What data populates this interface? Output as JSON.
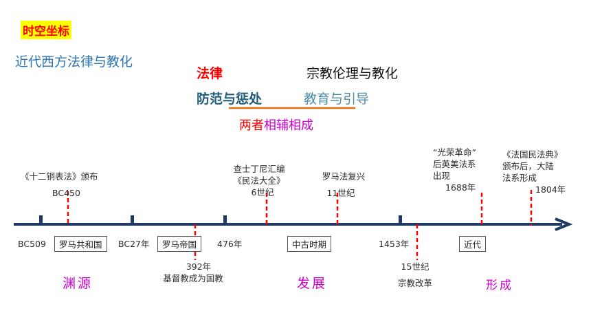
{
  "header": {
    "tag": "时空坐标",
    "subtitle": "近代西方法律与教化"
  },
  "concepts": {
    "law": "法律",
    "religion": "宗教伦理与教化",
    "prevent": "防范与惩处",
    "educate": "教育与引导",
    "combine_a": "两者",
    "combine_b": "相辅相成"
  },
  "timeline": {
    "top_events": [
      {
        "desc": "《十二铜表法》颁布",
        "date": "BC450"
      },
      {
        "desc_1": "查士丁尼汇编",
        "desc_2": "《民法大全》",
        "date": "6世纪"
      },
      {
        "desc": "罗马法复兴",
        "date": "11世纪"
      },
      {
        "desc_1": "“光荣革命”",
        "desc_2": "后英美法系",
        "desc_3": "出现",
        "date": "1688年"
      },
      {
        "desc_1": "《法国民法典》",
        "desc_2": "颁布后，大陆",
        "desc_3": "法系形成",
        "date": "1804年"
      }
    ],
    "bottom_dates": [
      "BC509",
      "BC27年",
      "476年",
      "1453年"
    ],
    "periods": [
      "罗马共和国",
      "罗马帝国",
      "中古时期",
      "近代"
    ],
    "bottom_events": [
      {
        "date": "392年",
        "desc": "基督教成为国教"
      },
      {
        "date": "15世纪",
        "desc": "宗教改革"
      }
    ],
    "stages": [
      "渊源",
      "发展",
      "形成"
    ]
  },
  "colors": {
    "tag_bg": "#ffff00",
    "tag_text": "#ff0000",
    "subtitle": "#2e75b6",
    "law": "#ff0000",
    "prevent": "#1f5d7a",
    "educate": "#4a8ea8",
    "underline": "#e36c09",
    "combine_a": "#ff0000",
    "combine_b": "#cc00cc",
    "axis": "#1f3864",
    "marker": "#ff0000",
    "stage": "#cc00cc"
  }
}
